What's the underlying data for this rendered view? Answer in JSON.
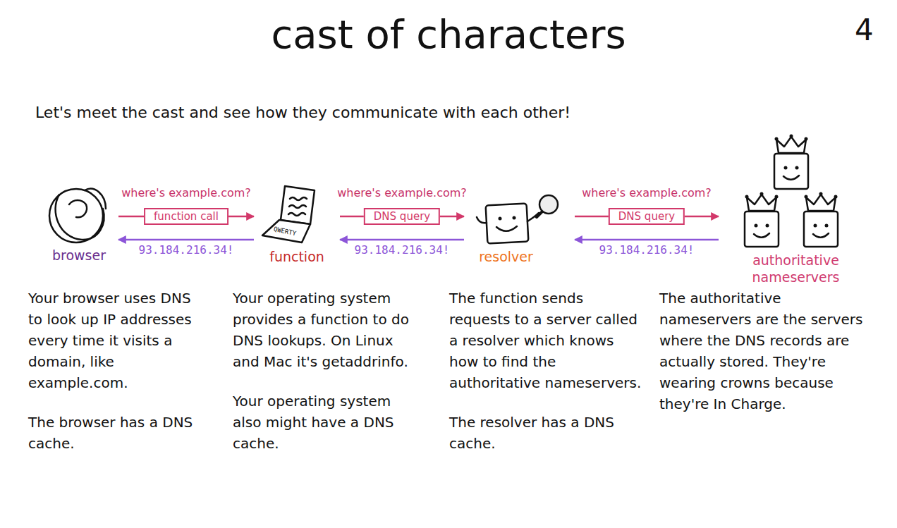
{
  "diagram": {
    "title": "cast of characters",
    "nodes": [
      {
        "text": [
          "browser"
        ]
      },
      {
        "text": [
          "function"
        ]
      },
      {
        "text": [
          "resolver"
        ]
      },
      {
        "text": [
          "authoritative nameservers"
        ]
      }
    ],
    "edges": [
      {
        "from": 0,
        "to": 1,
        "label": "function call",
        "arrow": "to"
      },
      {
        "from": 1,
        "to": 0,
        "label": "93.184.216.34!",
        "arrow": "to"
      },
      {
        "from": 1,
        "to": 2,
        "label": "DNS query",
        "arrow": "to"
      },
      {
        "from": 2,
        "to": 1,
        "label": "93.184.216.34!",
        "arrow": "to"
      },
      {
        "from": 2,
        "to": 3,
        "label": "DNS query",
        "arrow": "to"
      },
      {
        "from": 3,
        "to": 2,
        "label": "93.184.216.34!",
        "arrow": "to"
      }
    ],
    "labels": [
      "4",
      "Let's meet the cast and see how they communicate with each other!",
      "where's example.com?",
      "QWERTY",
      "where's example.com?",
      "where's example.com?",
      "Your browser uses DNS to look up IP addresses every time it visits a domain, like example.com.",
      "The browser has a DNS cache.",
      "Your operating system provides a function to do DNS lookups. On Linux and Mac it's getaddrinfo.",
      "Your operating system also might have a DNS cache.",
      "The function sends requests to a server called a resolver which knows how to find the authoritative nameservers.",
      "The resolver has a DNS cache.",
      "The authoritative nameservers are the servers where the DNS records are actually stored. They're wearing crowns because they're In Charge."
    ]
  }
}
